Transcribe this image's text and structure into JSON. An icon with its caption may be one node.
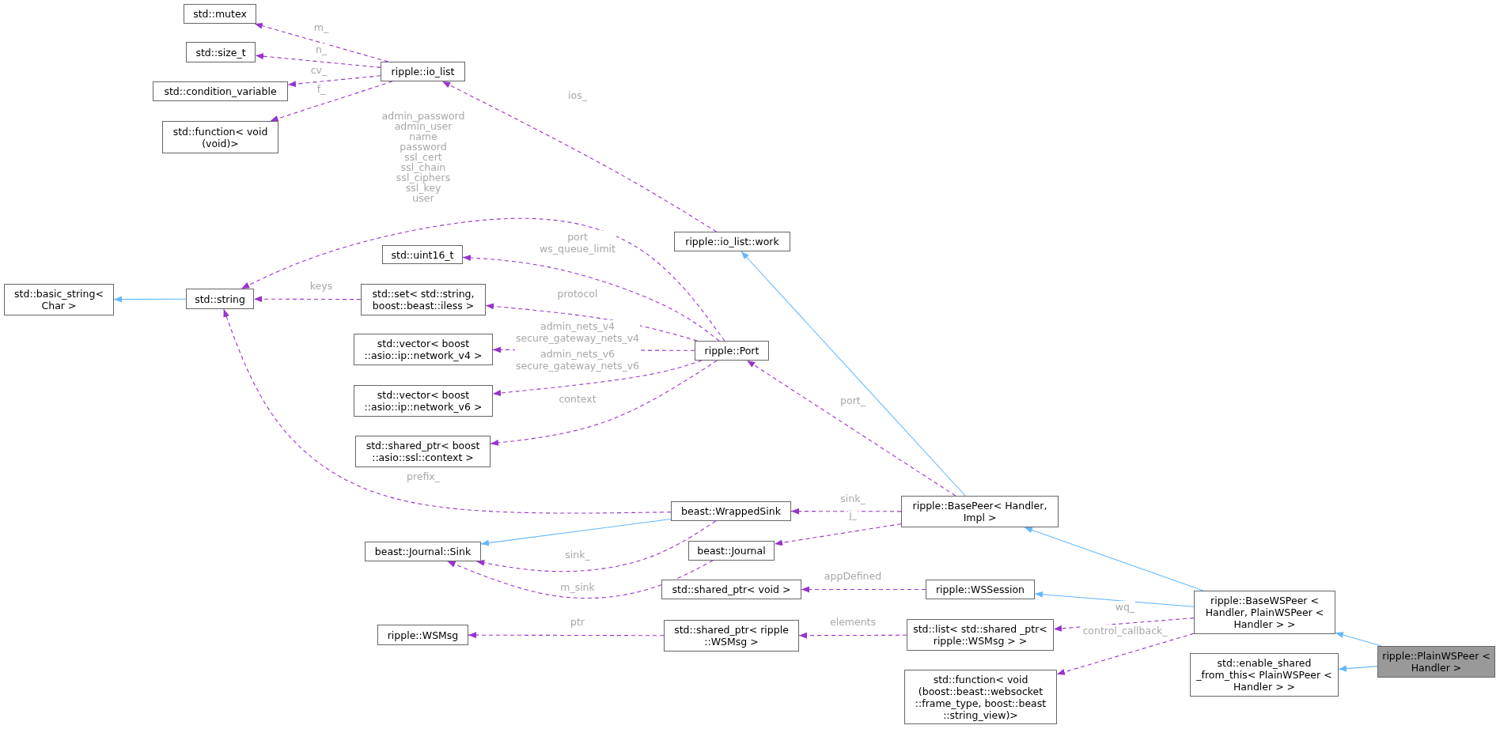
{
  "diagram": {
    "nodes": [
      {
        "text": [
          "std::mutex"
        ]
      },
      {
        "text": [
          "std::size_t"
        ]
      },
      {
        "text": [
          "std::condition_variable"
        ]
      },
      {
        "text": [
          "std::function< void (void)>"
        ]
      },
      {
        "text": [
          "ripple::io_list"
        ]
      },
      {
        "text": [
          "ripple::io_list::work"
        ]
      },
      {
        "text": [
          "std::basic_string< Char >"
        ]
      },
      {
        "text": [
          "std::string"
        ]
      },
      {
        "text": [
          "std::uint16_t"
        ]
      },
      {
        "text": [
          "std::set< std::string, boost::beast::iless >"
        ]
      },
      {
        "text": [
          "std::vector< boost ::asio::ip::network_v4 >"
        ]
      },
      {
        "text": [
          "ripple::Port"
        ]
      },
      {
        "text": [
          "std::vector< boost ::asio::ip::network_v6 >"
        ]
      },
      {
        "text": [
          "std::shared_ptr< boost ::asio::ssl::context >"
        ]
      },
      {
        "text": [
          "beast::WrappedSink"
        ]
      },
      {
        "text": [
          "beast::Journal::Sink"
        ]
      },
      {
        "text": [
          "beast::Journal"
        ]
      },
      {
        "text": [
          "std::shared_ptr< void >"
        ]
      },
      {
        "text": [
          "ripple::WSMsg"
        ]
      },
      {
        "text": [
          "std::shared_ptr< ripple ::WSMsg >"
        ]
      },
      {
        "text": [
          "ripple::BasePeer< Handler, Impl >"
        ]
      },
      {
        "text": [
          "ripple::WSSession"
        ]
      },
      {
        "text": [
          "std::list< std::shared _ptr< ripple::WSMsg > >"
        ]
      },
      {
        "text": [
          "std::function< void (boost::beast::websocket ::frame_type, boost::beast ::string_view)>"
        ]
      },
      {
        "text": [
          "ripple::BaseWSPeer < Handler, PlainWSPeer < Handler > >"
        ]
      },
      {
        "text": [
          "std::enable_shared _from_this< PlainWSPeer < Handler > >"
        ]
      },
      {
        "text": [
          "ripple::PlainWSPeer < Handler >"
        ]
      }
    ],
    "edges": [
      {
        "from": 4,
        "to": 0,
        "arrow": "to",
        "label": "m_",
        "style": "dashed"
      },
      {
        "from": 4,
        "to": 1,
        "arrow": "to",
        "label": "n_",
        "style": "dashed"
      },
      {
        "from": 4,
        "to": 2,
        "arrow": "to",
        "label": "cv_",
        "style": "dashed"
      },
      {
        "from": 4,
        "to": 3,
        "arrow": "to",
        "label": "f_",
        "style": "dashed"
      },
      {
        "from": 5,
        "to": 4,
        "arrow": "to",
        "label": "ios_",
        "style": "dashed"
      },
      {
        "from": 11,
        "to": 7,
        "arrow": "to",
        "label": "admin_password admin_user name password ssl_cert ssl_chain ssl_ciphers ssl_key user",
        "style": "dashed"
      },
      {
        "from": 7,
        "to": 6,
        "arrow": "to",
        "color": "#63b8ff"
      },
      {
        "from": 9,
        "to": 7,
        "arrow": "to",
        "label": "keys",
        "style": "dashed"
      },
      {
        "from": 11,
        "to": 8,
        "arrow": "to",
        "label": "port ws_queue_limit",
        "style": "dashed"
      },
      {
        "from": 11,
        "to": 9,
        "arrow": "to",
        "label": "protocol",
        "style": "dashed"
      },
      {
        "from": 11,
        "to": 10,
        "arrow": "to",
        "label": "admin_nets_v4 secure_gateway_nets_v4",
        "style": "dashed"
      },
      {
        "from": 11,
        "to": 12,
        "arrow": "to",
        "label": "admin_nets_v6 secure_gateway_nets_v6",
        "style": "dashed"
      },
      {
        "from": 11,
        "to": 13,
        "arrow": "to",
        "label": "context",
        "style": "dashed"
      },
      {
        "from": 14,
        "to": 7,
        "arrow": "to",
        "label": "prefix_",
        "style": "dashed"
      },
      {
        "from": 14,
        "to": 15,
        "arrow": "to",
        "color": "#63b8ff"
      },
      {
        "from": 14,
        "to": 15,
        "arrow": "to",
        "label": "sink_",
        "style": "dashed"
      },
      {
        "from": 16,
        "to": 15,
        "arrow": "to",
        "label": "m_sink",
        "style": "dashed"
      },
      {
        "from": 20,
        "to": 5,
        "arrow": "to",
        "color": "#63b8ff"
      },
      {
        "from": 20,
        "to": 11,
        "arrow": "to",
        "label": "port_",
        "style": "dashed"
      },
      {
        "from": 20,
        "to": 14,
        "arrow": "to",
        "label": "sink_",
        "style": "dashed"
      },
      {
        "from": 20,
        "to": 16,
        "arrow": "to",
        "label": "j_",
        "style": "dashed"
      },
      {
        "from": 21,
        "to": 17,
        "arrow": "to",
        "label": "appDefined",
        "style": "dashed"
      },
      {
        "from": 22,
        "to": 19,
        "arrow": "to",
        "label": "elements",
        "style": "dashed"
      },
      {
        "from": 19,
        "to": 18,
        "arrow": "to",
        "label": "ptr",
        "style": "dashed"
      },
      {
        "from": 24,
        "to": 20,
        "arrow": "to",
        "color": "#63b8ff"
      },
      {
        "from": 24,
        "to": 21,
        "arrow": "to",
        "color": "#63b8ff"
      },
      {
        "from": 24,
        "to": 22,
        "arrow": "to",
        "label": "wq_",
        "style": "dashed"
      },
      {
        "from": 24,
        "to": 23,
        "arrow": "to",
        "label": "control_callback_",
        "style": "dashed"
      },
      {
        "from": 26,
        "to": 24,
        "arrow": "to",
        "color": "#63b8ff"
      },
      {
        "from": 26,
        "to": 25,
        "arrow": "to",
        "color": "#63b8ff"
      }
    ]
  }
}
